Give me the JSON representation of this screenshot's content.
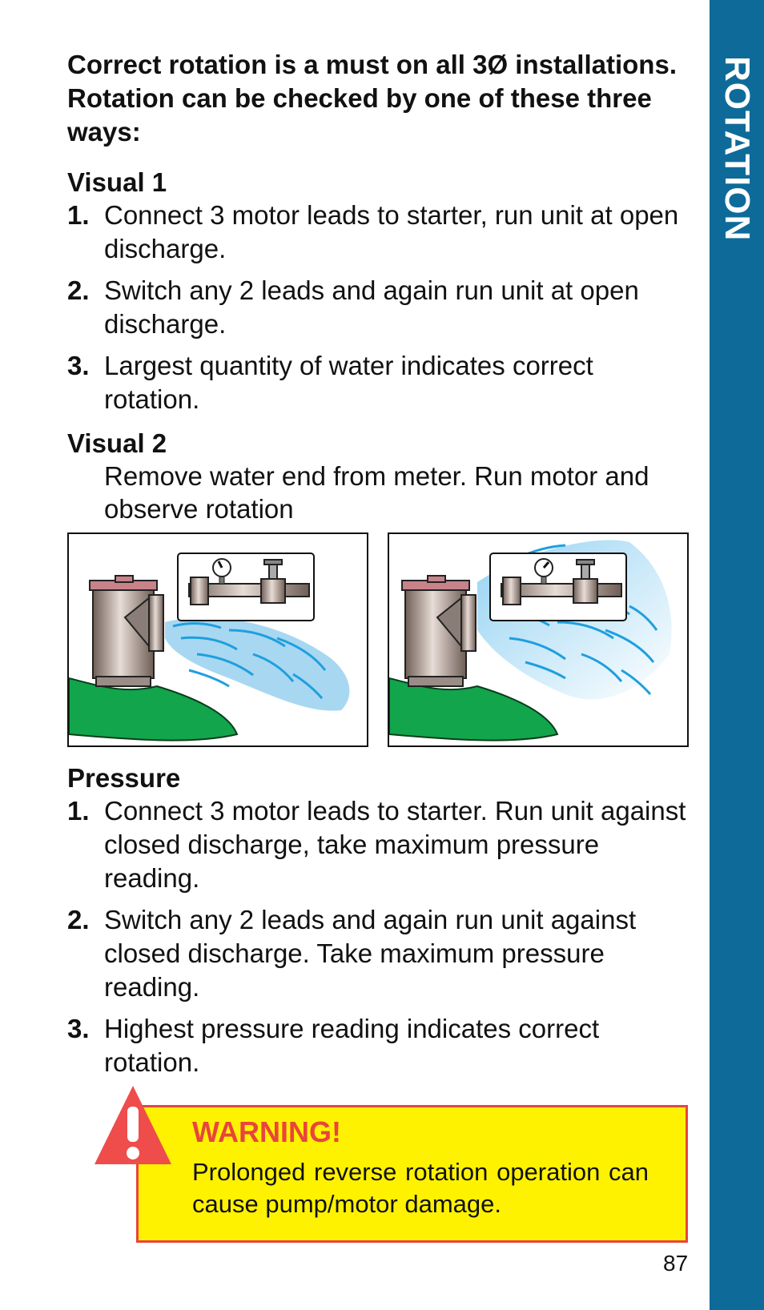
{
  "sidebar": {
    "label": "ROTATION",
    "color": "#0e6b99"
  },
  "intro": "Correct rotation is a must on all 3Ø installations. Rotation can be checked by one of these three ways:",
  "visual1": {
    "heading": "Visual 1",
    "steps": [
      {
        "num": "1.",
        "text": "Connect 3 motor leads to starter, run unit at open discharge."
      },
      {
        "num": "2.",
        "text": "Switch any 2 leads and again run unit at open discharge."
      },
      {
        "num": "3.",
        "text": "Largest quantity of water indicates correct rotation."
      }
    ]
  },
  "visual2": {
    "heading": "Visual 2",
    "text": "Remove water end from meter. Run motor and observe rotation"
  },
  "pressure": {
    "heading": "Pressure",
    "steps": [
      {
        "num": "1.",
        "text": "Connect 3 motor leads to starter. Run unit against closed discharge, take maximum pressure reading."
      },
      {
        "num": "2.",
        "text": "Switch any 2 leads and again run unit against closed discharge. Take maximum pressure reading."
      },
      {
        "num": "3.",
        "text": "Highest pressure reading indicates correct rotation."
      }
    ]
  },
  "warning": {
    "title": "WARNING!",
    "text": "Prolonged reverse rotation operation can cause pump/motor damage.",
    "box_color": "#fff200",
    "accent_color": "#e8453c"
  },
  "page_number": "87",
  "icons": {
    "warning": "warning-triangle-icon",
    "gauge": "pressure-gauge-icon",
    "valve": "valve-icon"
  }
}
